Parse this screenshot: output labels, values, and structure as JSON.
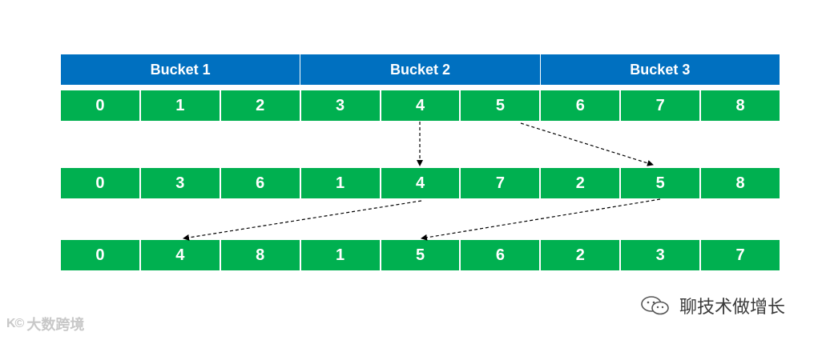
{
  "buckets": [
    "Bucket 1",
    "Bucket 2",
    "Bucket 3"
  ],
  "rows": [
    [
      "0",
      "1",
      "2",
      "3",
      "4",
      "5",
      "6",
      "7",
      "8"
    ],
    [
      "0",
      "3",
      "6",
      "1",
      "4",
      "7",
      "2",
      "5",
      "8"
    ],
    [
      "0",
      "4",
      "8",
      "1",
      "5",
      "6",
      "2",
      "3",
      "7"
    ]
  ],
  "watermarks": {
    "left_logo": "K©",
    "left_text": "大数跨境",
    "right_text": "聊技术做增长"
  },
  "colors": {
    "bucket_header": "#0070C0",
    "cell": "#00B050",
    "arrow": "#000000"
  }
}
